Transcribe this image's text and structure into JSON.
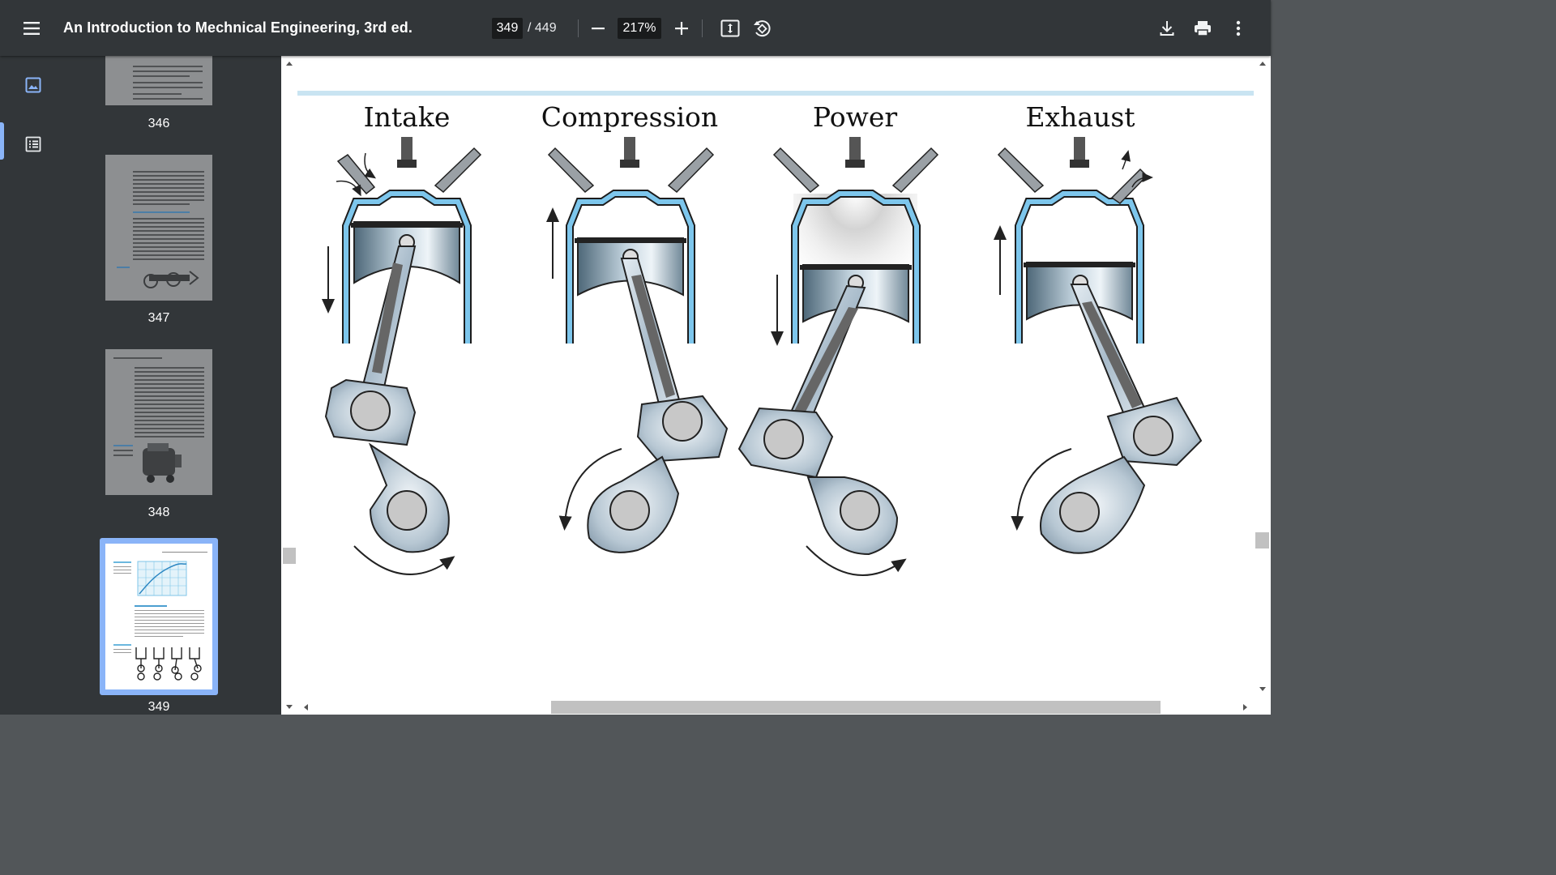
{
  "toolbar": {
    "menu_icon": "hamburger-menu-icon",
    "title": "An Introduction to Mechnical Engineering, 3rd ed.",
    "current_page": "349",
    "total_pages": "/ 449",
    "zoom": "217%",
    "icons": [
      "minus-icon",
      "plus-icon",
      "fit-page-icon",
      "rotate-icon",
      "download-icon",
      "print-icon",
      "more-vert-icon"
    ]
  },
  "sidebar": {
    "nav_icons": [
      "thumbnails-icon",
      "outline-icon"
    ],
    "thumbnails": [
      {
        "label": "346"
      },
      {
        "label": "347"
      },
      {
        "label": "348"
      },
      {
        "label": "349",
        "selected": true
      }
    ]
  },
  "figure": {
    "titles": [
      "Intake",
      "Compression",
      "Power",
      "Exhaust"
    ],
    "colors": {
      "cylinder": "#7dc6ec",
      "piston": "#b8c9d4",
      "rule": "#c9e4f2"
    }
  }
}
